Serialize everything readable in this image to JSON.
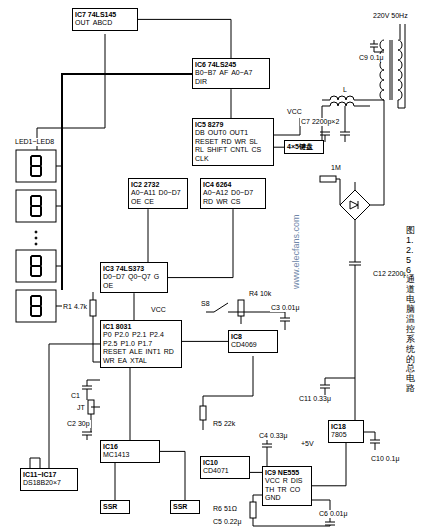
{
  "diagram": {
    "caption": "图1.2.5 6通道电脑温控系统的总电路",
    "nodes": [
      {
        "text": [
          "IC7 74LS145",
          "OUT",
          "ABCD"
        ]
      },
      {
        "text": [
          "IC6 74LS245",
          "B0~B7",
          "AF",
          "A0~A7",
          "DIR"
        ]
      },
      {
        "text": [
          "IC5 8279",
          "DB",
          "OUT0",
          "OUT1",
          "RESET",
          "RD",
          "WR",
          "SL",
          "RL",
          "SHIFT",
          "CNTL",
          "CS",
          "CLK"
        ]
      },
      {
        "text": [
          "4×5键盘"
        ]
      },
      {
        "text": [
          "IC2 2732",
          "A0~A11",
          "D0~D7",
          "OE",
          "CE"
        ]
      },
      {
        "text": [
          "IC4 6264",
          "A0~A12",
          "D0~D7",
          "RD",
          "WR",
          "CS"
        ]
      },
      {
        "text": [
          "IC3 74LS373",
          "D0~D7",
          "Q0~Q7",
          "G",
          "OE"
        ]
      },
      {
        "text": [
          "IC1 8031",
          "P0",
          "P2.0",
          "P2.1",
          "P2.4",
          "P2.5",
          "P1.0",
          "P1.7",
          "RESET",
          "ALE",
          "INT1",
          "RD",
          "WR",
          "EA",
          "XTAL"
        ]
      },
      {
        "text": [
          "IC8",
          "CD4069"
        ]
      },
      {
        "text": [
          "IC16",
          "MC1413"
        ]
      },
      {
        "text": [
          "SSR"
        ]
      },
      {
        "text": [
          "SSR"
        ]
      },
      {
        "text": [
          "IC10",
          "CD4071"
        ]
      },
      {
        "text": [
          "IC9 NE555",
          "VCC",
          "R",
          "DIS",
          "TH",
          "TR",
          "CO",
          "GND"
        ]
      },
      {
        "text": [
          "IC18",
          "7805"
        ]
      },
      {
        "text": [
          "IC11~IC17",
          "DS18B20×7"
        ]
      }
    ],
    "edges": [
      {
        "from": 1,
        "to": 0,
        "arrow": "none"
      },
      {
        "from": 2,
        "to": 1,
        "arrow": "none"
      },
      {
        "from": 2,
        "to": 3,
        "arrow": "none"
      },
      {
        "from": 6,
        "to": 4,
        "arrow": "none"
      },
      {
        "from": 6,
        "to": 5,
        "arrow": "none"
      },
      {
        "from": 7,
        "to": 6,
        "arrow": "none"
      },
      {
        "from": 8,
        "to": 7,
        "arrow": "none"
      },
      {
        "from": 9,
        "to": 7,
        "arrow": "none"
      },
      {
        "from": 9,
        "to": 10,
        "arrow": "none"
      },
      {
        "from": 9,
        "to": 11,
        "arrow": "none"
      },
      {
        "from": 15,
        "to": 7,
        "arrow": "none"
      },
      {
        "from": 13,
        "to": 12,
        "arrow": "none"
      },
      {
        "from": 14,
        "to": 13,
        "arrow": "none"
      }
    ],
    "labels": [
      "LED1~LED8",
      "VCC",
      "VCC",
      "R1 4.7k",
      "C1",
      "JT",
      "C2 30p",
      "S8",
      "R4 10k",
      "C3 0.01μ",
      "R5 22k",
      "C4 0.33μ",
      "R6 51Ω",
      "C5 0.22μ",
      "C6 0.01μ",
      "C10 0.1μ",
      "C11 0.33μ",
      "+5V",
      "C12 2200μ",
      "1M",
      "C7 2200p×2",
      "L",
      "C9 0.1μ",
      "220V 50Hz",
      "www.elecfans.com"
    ]
  }
}
